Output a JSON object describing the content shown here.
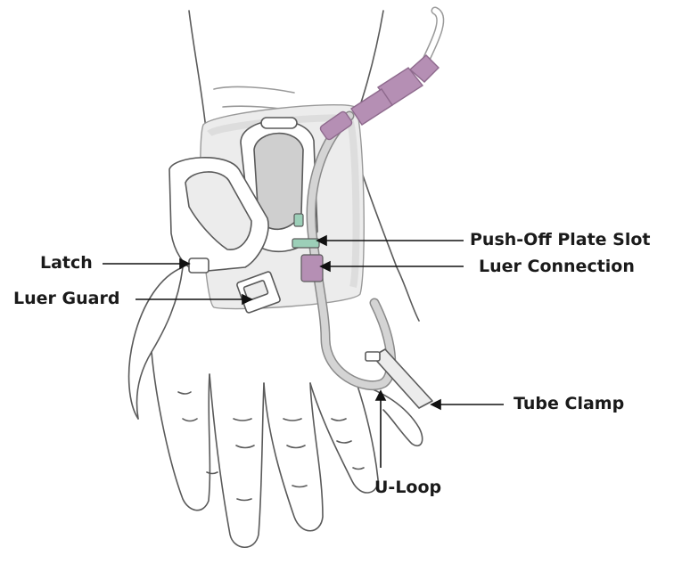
{
  "labels": {
    "latch": "Latch",
    "luer_guard": "Luer Guard",
    "push_off_plate_slot": "Push-Off Plate Slot",
    "luer_connection": "Luer Connection",
    "tube_clamp": "Tube Clamp",
    "u_loop": "U-Loop"
  },
  "colors": {
    "outline": "#5a5a5a",
    "dressing_fill": "#ececec",
    "device_fill": "#cfcfcf",
    "connector_purple": "#b58fb4",
    "connector_purple_dark": "#8e6a8d",
    "tube": "#c6c6c6",
    "green_part": "#9ccfb8",
    "leader": "#111111"
  }
}
